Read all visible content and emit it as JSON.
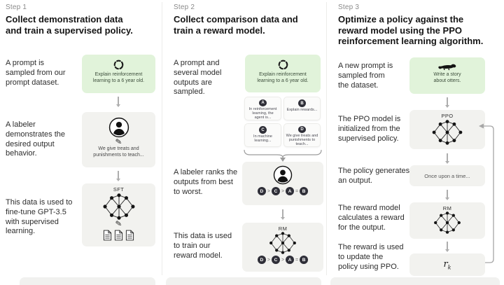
{
  "steps": [
    {
      "tag": "Step 1",
      "heading": "Collect demonstration data\nand train a supervised policy.",
      "labels": [
        "A prompt is\nsampled from our\nprompt dataset.",
        "A labeler\ndemonstrates the\ndesired output\nbehavior.",
        "This data is used to\nfine-tune GPT-3.5\nwith supervised\nlearning."
      ],
      "prompt_card_text": "Explain reinforcement\nlearning to a 6 year old.",
      "labeler_card_text": "We give treats and\npunishments to teach...",
      "model_card_label": "SFT"
    },
    {
      "tag": "Step 2",
      "heading": "Collect comparison data and\ntrain a reward model.",
      "labels": [
        "A prompt and\nseveral model\noutputs are\nsampled.",
        "A labeler ranks the\noutputs from best\nto worst.",
        "This data is used\nto train our\nreward model."
      ],
      "prompt_card_text": "Explain reinforcement\nlearning to a 6 year old.",
      "outputs": [
        {
          "id": "A",
          "text": "In reinforcement\nlearning, the\nagent is..."
        },
        {
          "id": "B",
          "text": "Explain rewards..."
        },
        {
          "id": "C",
          "text": "In machine\nlearning..."
        },
        {
          "id": "D",
          "text": "We give treats and\npunishments to\nteach..."
        }
      ],
      "ranking": {
        "letters": [
          "D",
          "C",
          "A",
          "B"
        ],
        "separators": [
          ">",
          ">",
          "="
        ]
      },
      "model_card_label": "RM"
    },
    {
      "tag": "Step 3",
      "heading": "Optimize a policy against the\nreward model using the PPO\nreinforcement learning algorithm.",
      "labels": [
        "A new prompt is\nsampled from\nthe dataset.",
        "The PPO model is\ninitialized from the\nsupervised policy.",
        "The policy generates\nan output.",
        "The reward model\ncalculates a reward\nfor the output.",
        "The reward is used\nto update the\npolicy using PPO."
      ],
      "prompt_card_text": "Write a story\nabout otters.",
      "ppo_card_label": "PPO",
      "output_card_text": "Once upon a time...",
      "rm_card_label": "RM",
      "reward_base": "r",
      "reward_sub": "k"
    }
  ],
  "colors": {
    "prompt_card_green": "#e1f3da",
    "card_gray": "#f2f2ef",
    "badge_dark": "#2f2f38",
    "arrow_gray": "#aeaeae"
  }
}
